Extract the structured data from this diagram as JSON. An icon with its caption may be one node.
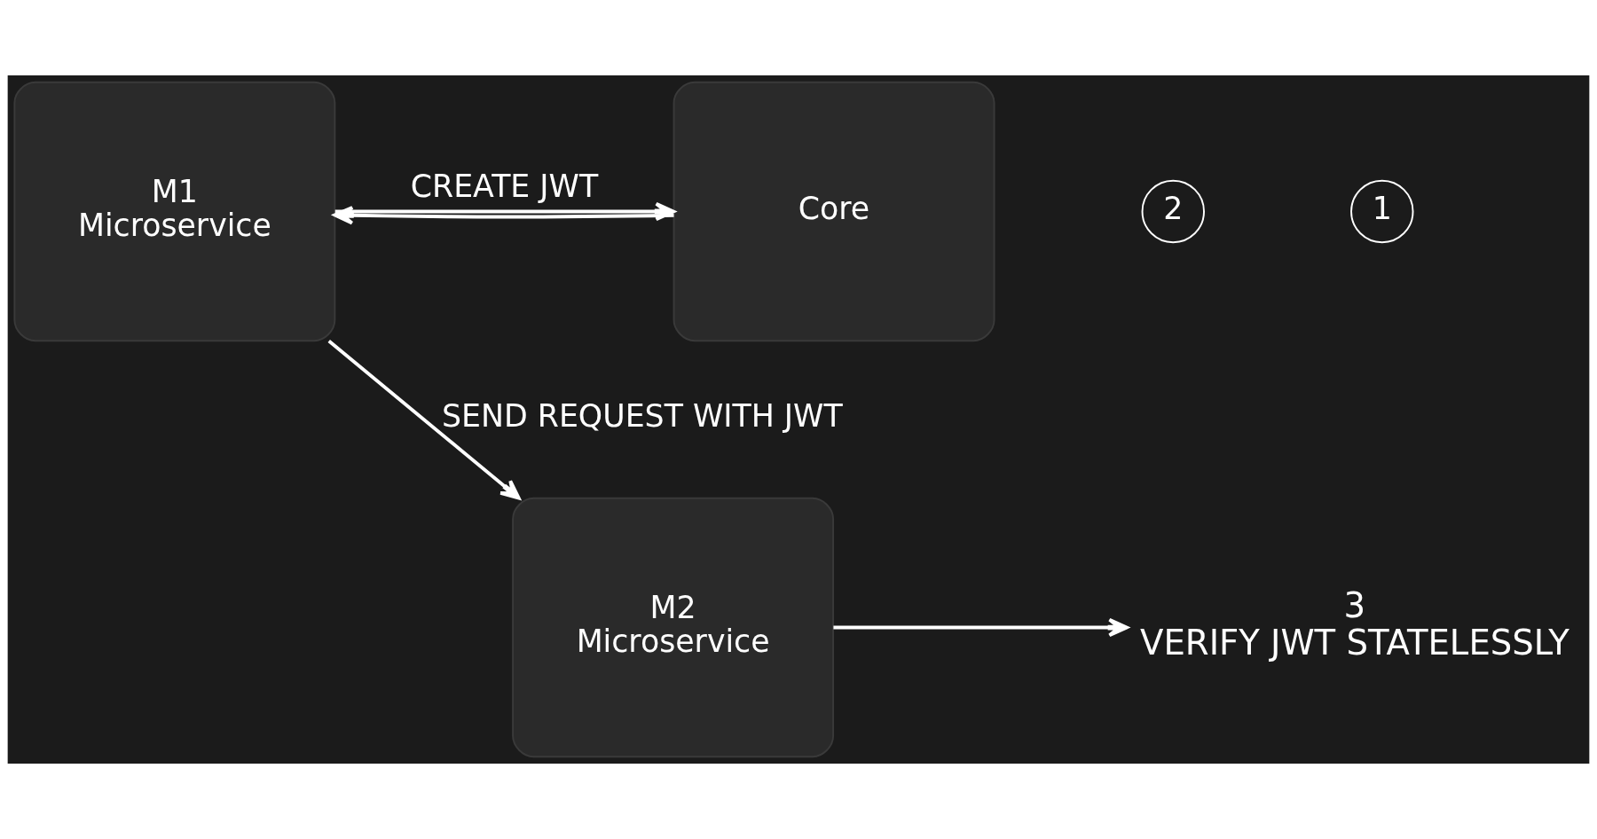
{
  "diagram": {
    "nodes": [
      {
        "text": [
          "M1",
          "Microservice"
        ]
      },
      {
        "text": [
          "Core"
        ]
      },
      {
        "text": [
          "M2",
          "Microservice"
        ]
      },
      {
        "text": [
          "3",
          "VERIFY JWT STATELESSLY"
        ]
      }
    ],
    "edges": [
      {
        "from": 0,
        "to": 1,
        "arrow": "to",
        "label": "CREATE JWT"
      },
      {
        "from": 1,
        "to": 0,
        "arrow": "to"
      },
      {
        "from": 0,
        "to": 2,
        "arrow": "to",
        "label": "SEND REQUEST WITH JWT"
      },
      {
        "from": 2,
        "to": 3,
        "arrow": "to"
      }
    ],
    "labels": [
      "1",
      "2"
    ]
  }
}
